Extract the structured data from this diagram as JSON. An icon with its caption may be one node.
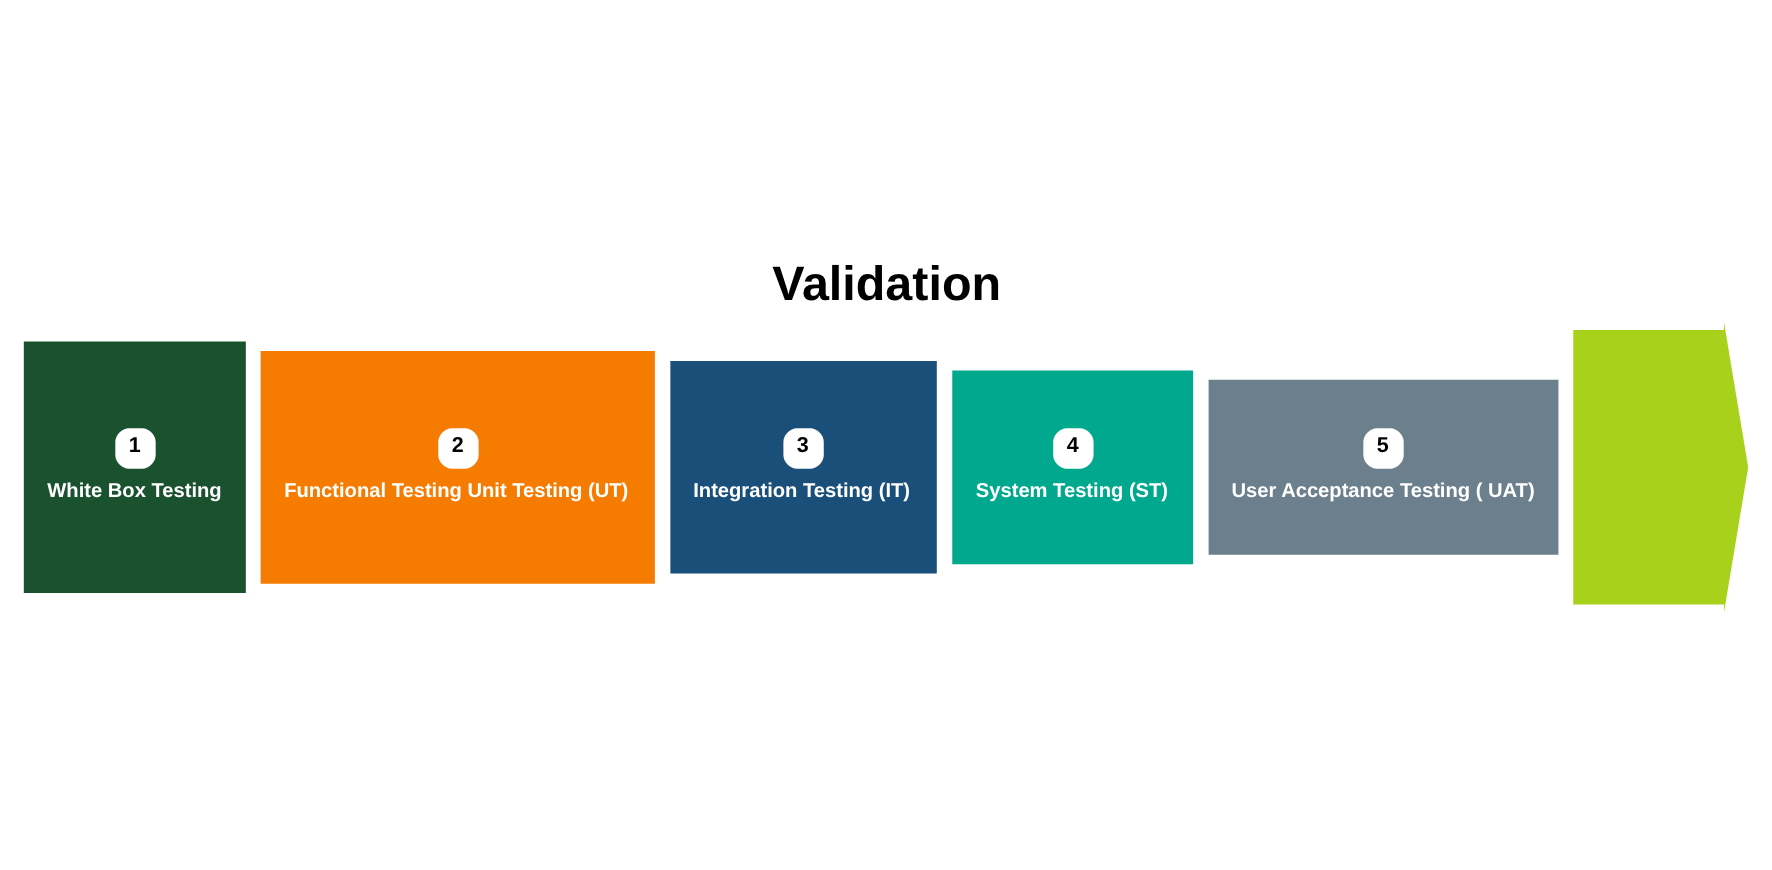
{
  "diagram": {
    "title": "Validation",
    "nodes": [
      {
        "text": [
          "1",
          "White Box Testing"
        ]
      },
      {
        "text": [
          "2",
          "Functional Testing Unit Testing (UT)"
        ]
      },
      {
        "text": [
          "3",
          "Integration Testing (IT)"
        ]
      },
      {
        "text": [
          "4",
          "System Testing (ST)"
        ]
      },
      {
        "text": [
          "5",
          "User Acceptance Testing ( UAT)"
        ]
      },
      {
        "text": [],
        "shape": "arrow"
      }
    ]
  }
}
